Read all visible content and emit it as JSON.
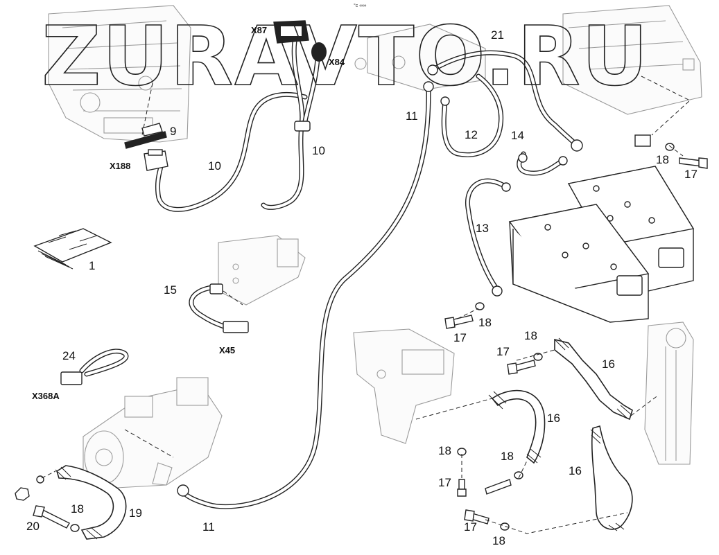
{
  "watermark": "ZURAVTO.RU",
  "top_mark": "°c ∞∞",
  "connectors": {
    "x87": "X87",
    "x84": "X84",
    "x188": "X188",
    "x45": "X45",
    "x368a": "X368A"
  },
  "callouts": {
    "c1": "1",
    "c9": "9",
    "c10a": "10",
    "c10b": "10",
    "c11a": "11",
    "c11b": "11",
    "c12": "12",
    "c13": "13",
    "c14": "14",
    "c15": "15",
    "c16a": "16",
    "c16b": "16",
    "c16c": "16",
    "c17a": "17",
    "c17b": "17",
    "c17c": "17",
    "c17d": "17",
    "c17e": "17",
    "c18a": "18",
    "c18b": "18",
    "c18c": "18",
    "c18d": "18",
    "c18e": "18",
    "c18f": "18",
    "c18g": "18",
    "c19": "19",
    "c20": "20",
    "c21": "21",
    "c24": "24"
  }
}
